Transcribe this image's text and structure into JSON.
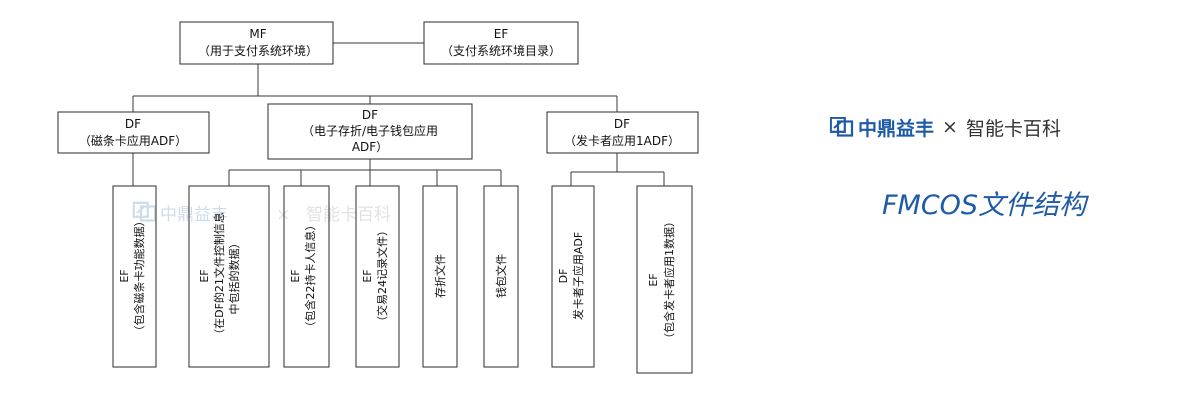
{
  "brand": {
    "name": "中鼎益丰",
    "times": "×",
    "partner": "智能卡百科",
    "subtitle": "FMCOS文件结构",
    "logo_icon": "ze-logo-icon",
    "color": "#1f5aa6"
  },
  "watermark": {
    "brand": "中鼎益丰",
    "times": "×",
    "partner": "智能卡百科",
    "icon": "ze-logo-icon"
  },
  "nodes": {
    "mf": [
      "MF",
      "（用于支付系统环境）"
    ],
    "ef_dir": [
      "EF",
      "（支付系统环境目录）"
    ],
    "df_mag": [
      "DF",
      "（磁条卡应用ADF）"
    ],
    "df_ep": [
      "DF",
      "（电子存折/电子钱包应用",
      "ADF）"
    ],
    "df_issuer": [
      "DF",
      "（发卡者应用1ADF）"
    ],
    "ef_mag": [
      "EF",
      "（包含磁条卡功能数据）"
    ],
    "ef_ctrl": [
      "EF",
      "（在DF的21文件控制信息",
      "中包括的数据）"
    ],
    "ef_holder": [
      "EF",
      "（包含22持卡人信息）"
    ],
    "ef_trans": [
      "EF",
      "（交易24记录文件）"
    ],
    "ef_passbook": [
      "存折文件"
    ],
    "ef_wallet": [
      "钱包文件"
    ],
    "df_sub": [
      "DF",
      "发卡者子应用ADF"
    ],
    "ef_issuer_data": [
      "EF",
      "（包含发卡者应用1数据）"
    ]
  }
}
